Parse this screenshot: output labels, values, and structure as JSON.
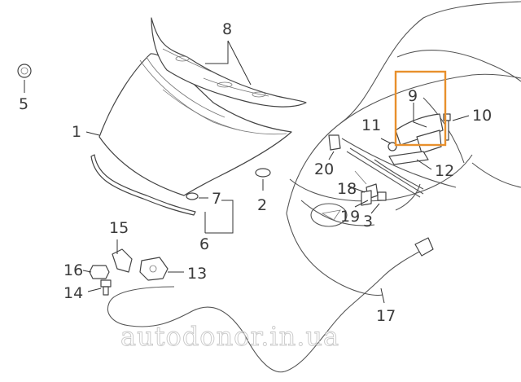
{
  "diagram": {
    "highlight_color": "#e8902c",
    "watermark": "autodonor.in.ua",
    "callouts": {
      "c1": "1",
      "c2": "2",
      "c3": "3",
      "c5": "5",
      "c6": "6",
      "c7": "7",
      "c8": "8",
      "c9": "9",
      "c10": "10",
      "c11": "11",
      "c12": "12",
      "c13": "13",
      "c14": "14",
      "c15": "15",
      "c16": "16",
      "c17": "17",
      "c18": "18",
      "c19": "19",
      "c20": "20"
    },
    "highlighted_callout": "9"
  }
}
